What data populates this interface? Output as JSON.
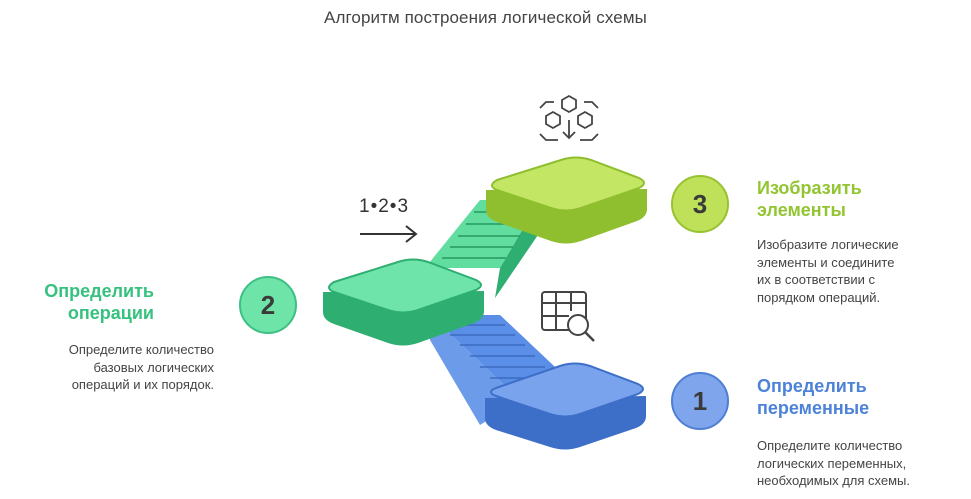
{
  "title": "Алгоритм построения логической схемы",
  "steps": [
    {
      "number": "1",
      "heading_line1": "Определить",
      "heading_line2": "переменные",
      "desc_line1": "Определите количество",
      "desc_line2": "логических переменных,",
      "desc_line3": "необходимых для схемы.",
      "color": "#4c82d8"
    },
    {
      "number": "2",
      "heading_line1": "Определить",
      "heading_line2": "операции",
      "desc_line1": "Определите количество",
      "desc_line2": "базовых логических",
      "desc_line3": "операций и их порядок.",
      "color": "#37c17f"
    },
    {
      "number": "3",
      "heading_line1": "Изобразить",
      "heading_line2": "элементы",
      "desc_line1": "Изобразите логические",
      "desc_line2": "элементы и соедините",
      "desc_line3": "их в соответствии с",
      "desc_line4": "порядком операций.",
      "color": "#92c531"
    }
  ],
  "sequence_label": "1•2•3",
  "icons": {
    "step1": "table-search-icon",
    "step2": "arrow-right-icon",
    "step3": "network-download-icon"
  }
}
